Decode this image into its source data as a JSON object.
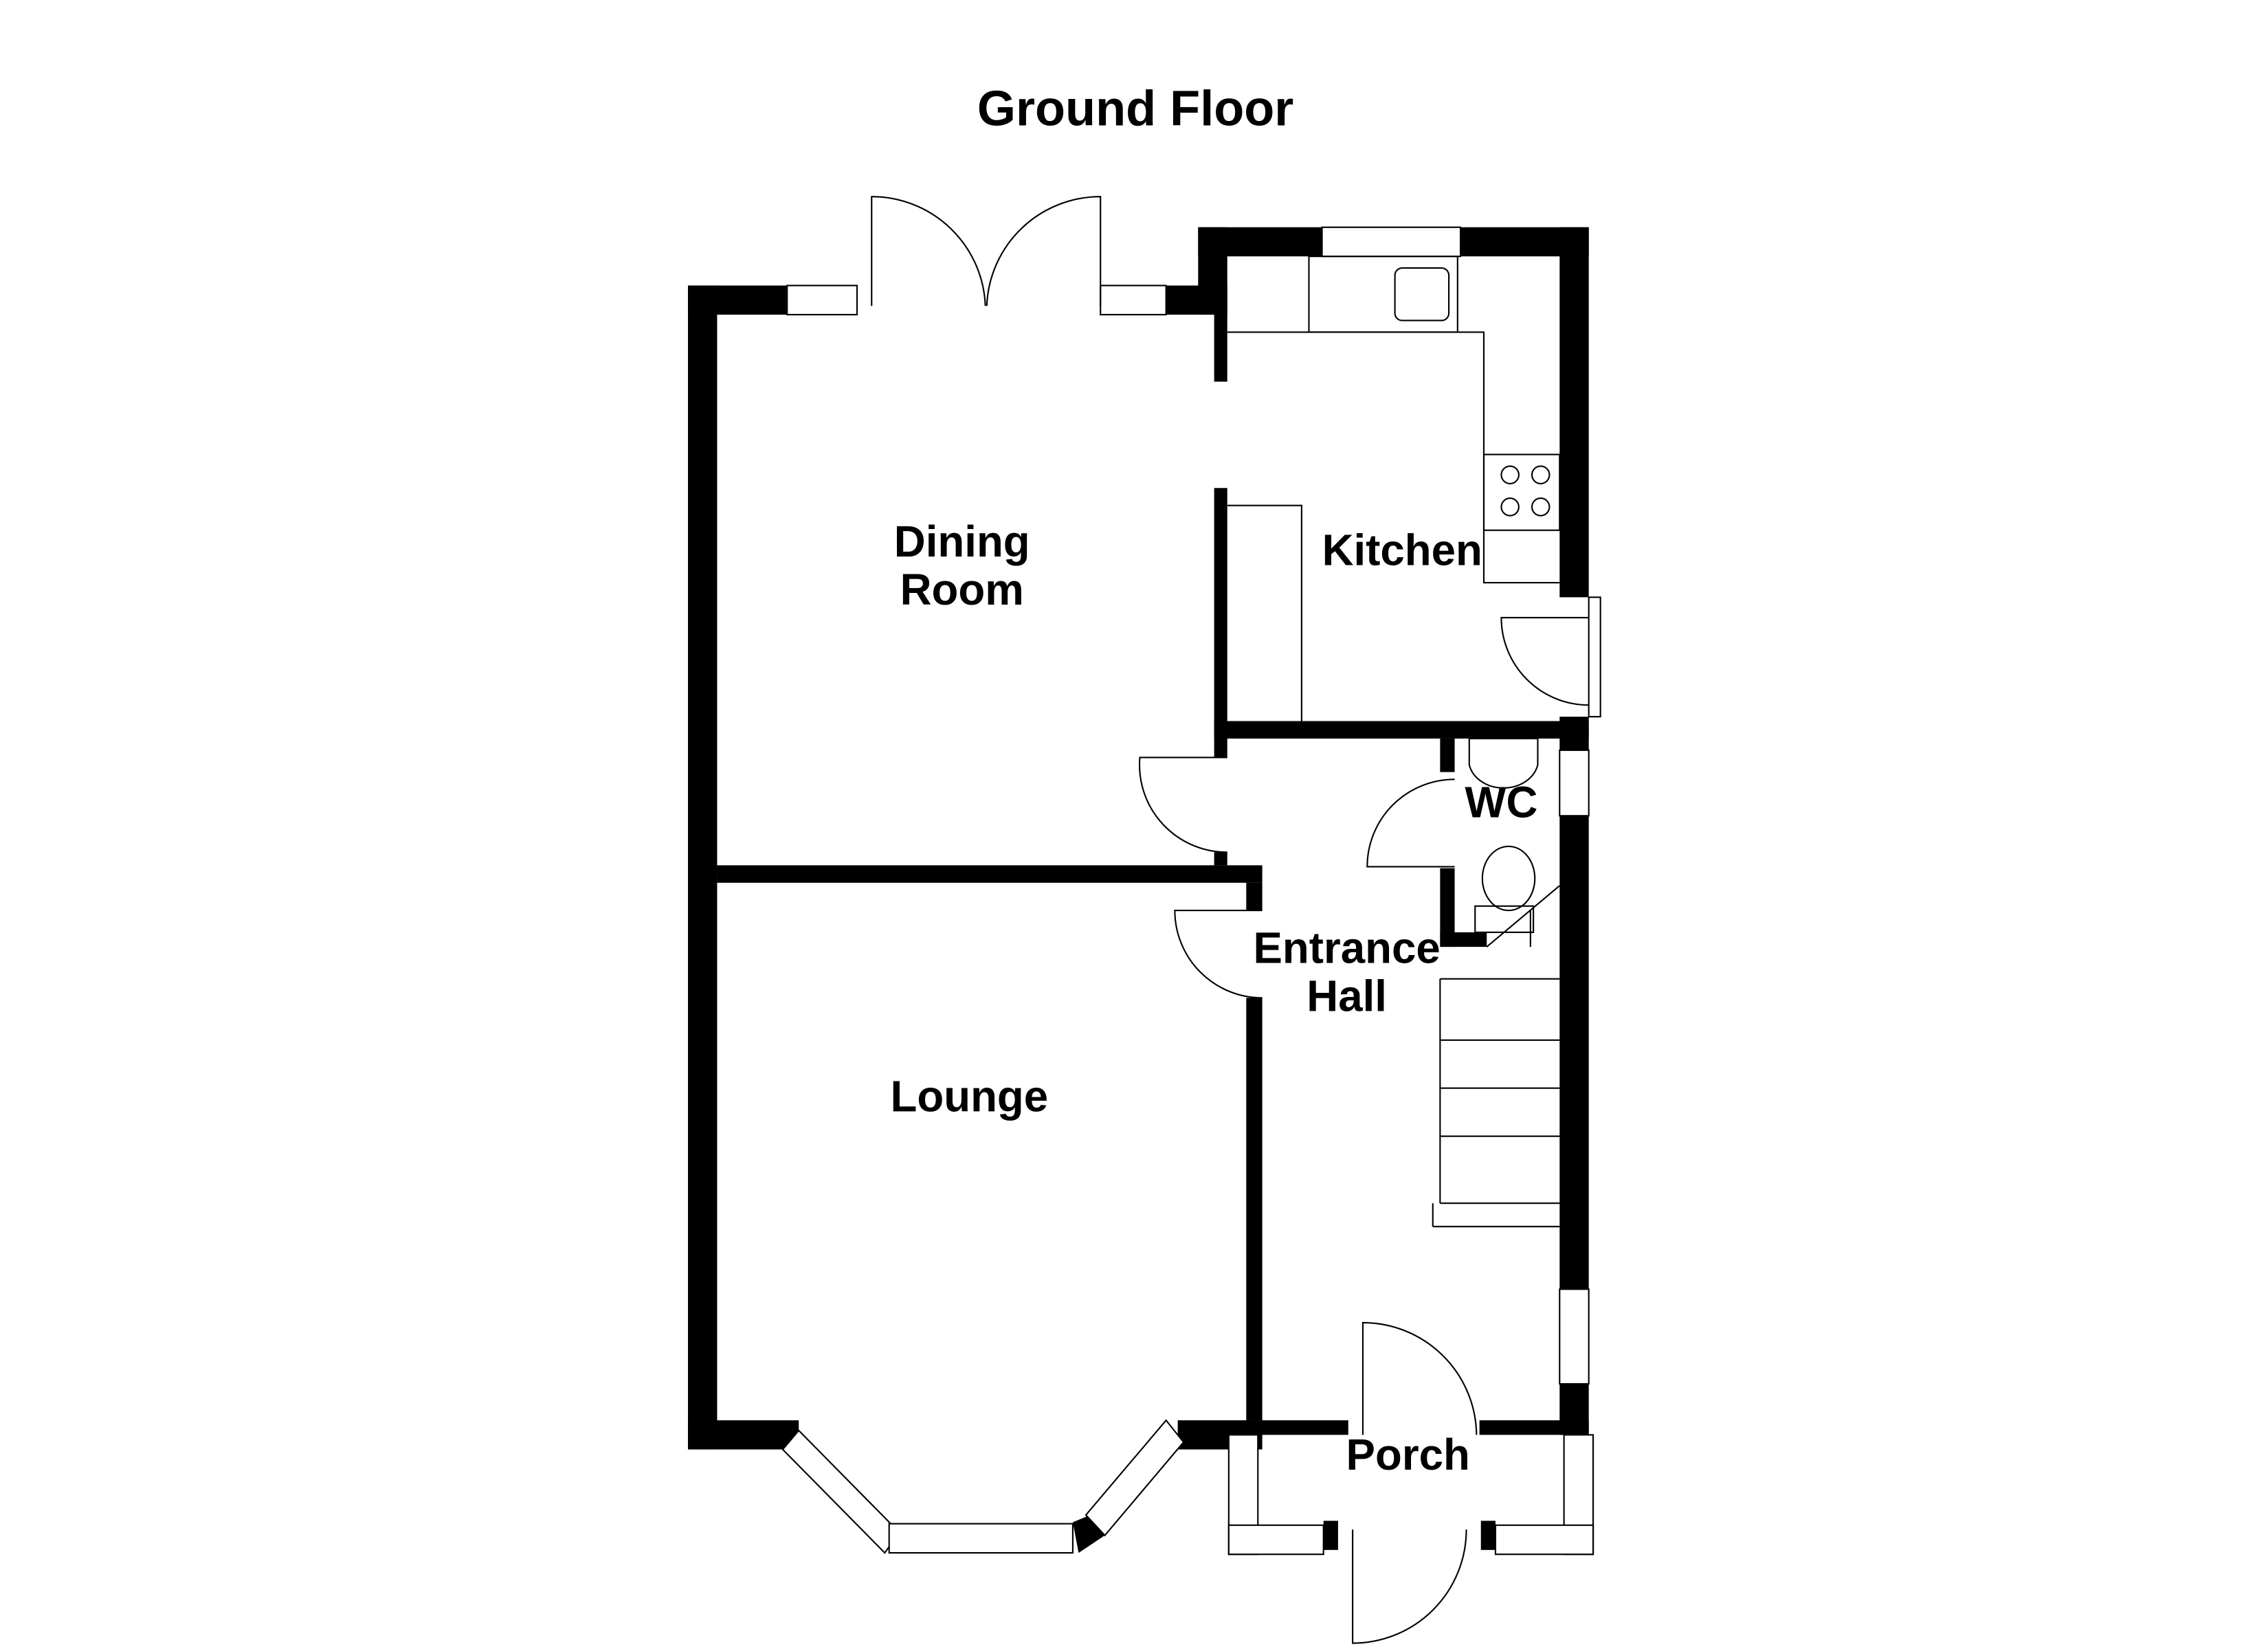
{
  "title": "Ground Floor",
  "rooms": {
    "dining": {
      "line1": "Dining",
      "line2": "Room"
    },
    "kitchen": {
      "line1": "Kitchen"
    },
    "wc": {
      "line1": "WC"
    },
    "hall": {
      "line1": "Entrance",
      "line2": "Hall"
    },
    "lounge": {
      "line1": "Lounge"
    },
    "porch": {
      "line1": "Porch"
    }
  },
  "colors": {
    "wall": "#000000",
    "background": "#ffffff"
  }
}
